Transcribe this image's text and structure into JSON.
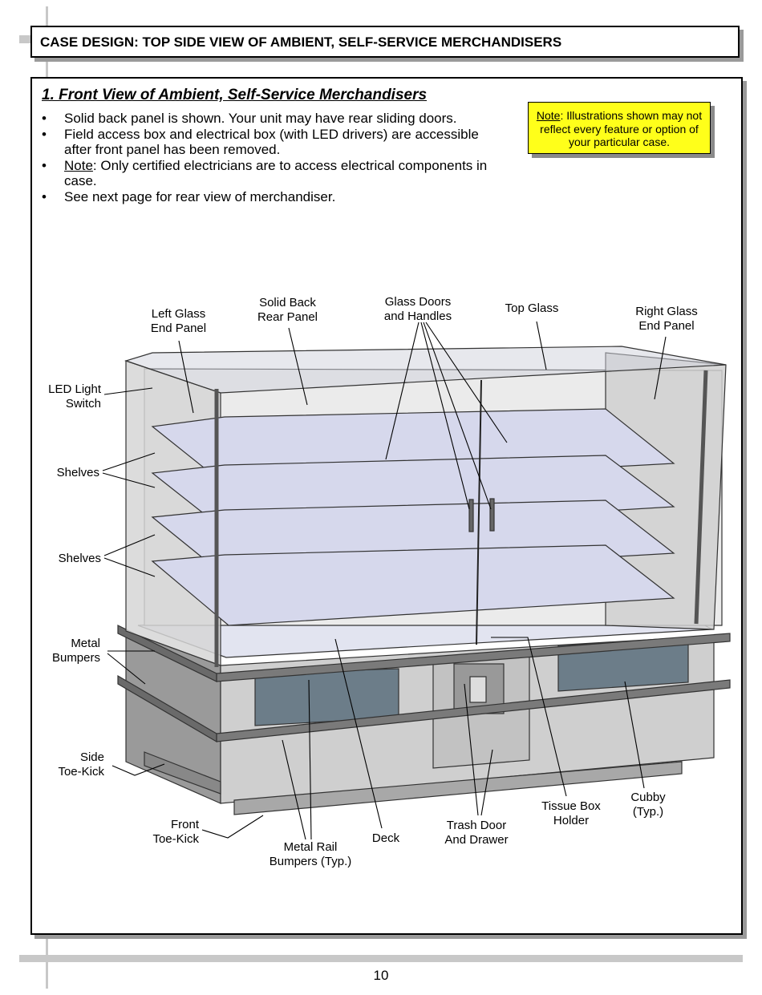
{
  "header": {
    "title": "CASE DESIGN: TOP SIDE VIEW OF AMBIENT, SELF-SERVICE MERCHANDISERS"
  },
  "section": {
    "title": "1. Front View of Ambient, Self-Service Merchandisers",
    "bullet_marker": "•",
    "bullets": [
      "Solid back panel is shown. Your unit may have rear sliding doors.",
      "Field access box and electrical box (with LED drivers) are accessible after front panel has been removed.",
      {
        "note_word": "Note",
        "rest": ": Only certified electricians are to access electrical components in case."
      },
      "See next page for rear view of merchandiser."
    ]
  },
  "note_box": {
    "note_word": "Note",
    "rest": ": Illustrations shown may not reflect every feature or option of your particular case."
  },
  "labels": {
    "left_glass_end_panel": [
      "Left Glass",
      "End Panel"
    ],
    "solid_back_rear_panel": [
      "Solid Back",
      "Rear Panel"
    ],
    "glass_doors_handles": [
      "Glass Doors",
      "and Handles"
    ],
    "top_glass": [
      "Top Glass"
    ],
    "right_glass_end_panel": [
      "Right Glass",
      "End Panel"
    ],
    "led_light_switch": [
      "LED Light",
      "Switch"
    ],
    "shelves_1": [
      "Shelves"
    ],
    "shelves_2": [
      "Shelves"
    ],
    "metal_bumpers": [
      "Metal",
      "Bumpers"
    ],
    "side_toe_kick": [
      "Side",
      "Toe-Kick"
    ],
    "front_toe_kick": [
      "Front",
      "Toe-Kick"
    ],
    "metal_rail_bumpers": [
      "Metal Rail",
      "Bumpers (Typ.)"
    ],
    "deck": [
      "Deck"
    ],
    "trash_door_drawer": [
      "Trash Door",
      "And Drawer"
    ],
    "tissue_box_holder": [
      "Tissue Box",
      "Holder"
    ],
    "cubby": [
      "Cubby",
      "(Typ.)"
    ]
  },
  "page_number": "10",
  "colors": {
    "note_bg": "#ffff1a",
    "shadow": "#9a9a9a",
    "shelf": "#d6d8ec",
    "cabinet": "#d0d0d0"
  }
}
